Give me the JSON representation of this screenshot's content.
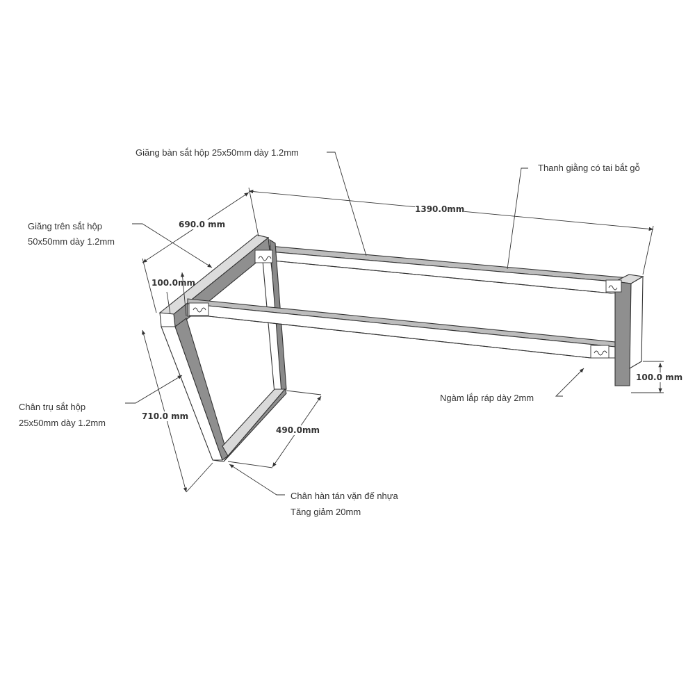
{
  "labels": {
    "top_brace": "Giăng bàn sắt hộp 25x50mm dày 1.2mm",
    "rail_with_tabs": "Thanh giằng có tai bắt gỗ",
    "top_beam_line1": "Giăng trên sắt hộp",
    "top_beam_line2": "50x50mm dày 1.2mm",
    "leg_line1": "Chân trụ sắt hộp",
    "leg_line2": "25x50mm dày 1.2mm",
    "foot_line1": "Chân hàn tán vặn đế nhựa",
    "foot_line2": "Tăng giảm 20mm",
    "joint": "Ngàm lắp ráp dày 2mm"
  },
  "dimensions": {
    "length": "1390.0mm",
    "depth": "690.0 mm",
    "beam_height_left": "100.0mm",
    "beam_height_right": "100.0 mm",
    "height": "710.0 mm",
    "foot_depth": "490.0mm"
  },
  "colors": {
    "line": "#333333",
    "shade": "#9a9a9a",
    "light": "#d9d9d9"
  }
}
